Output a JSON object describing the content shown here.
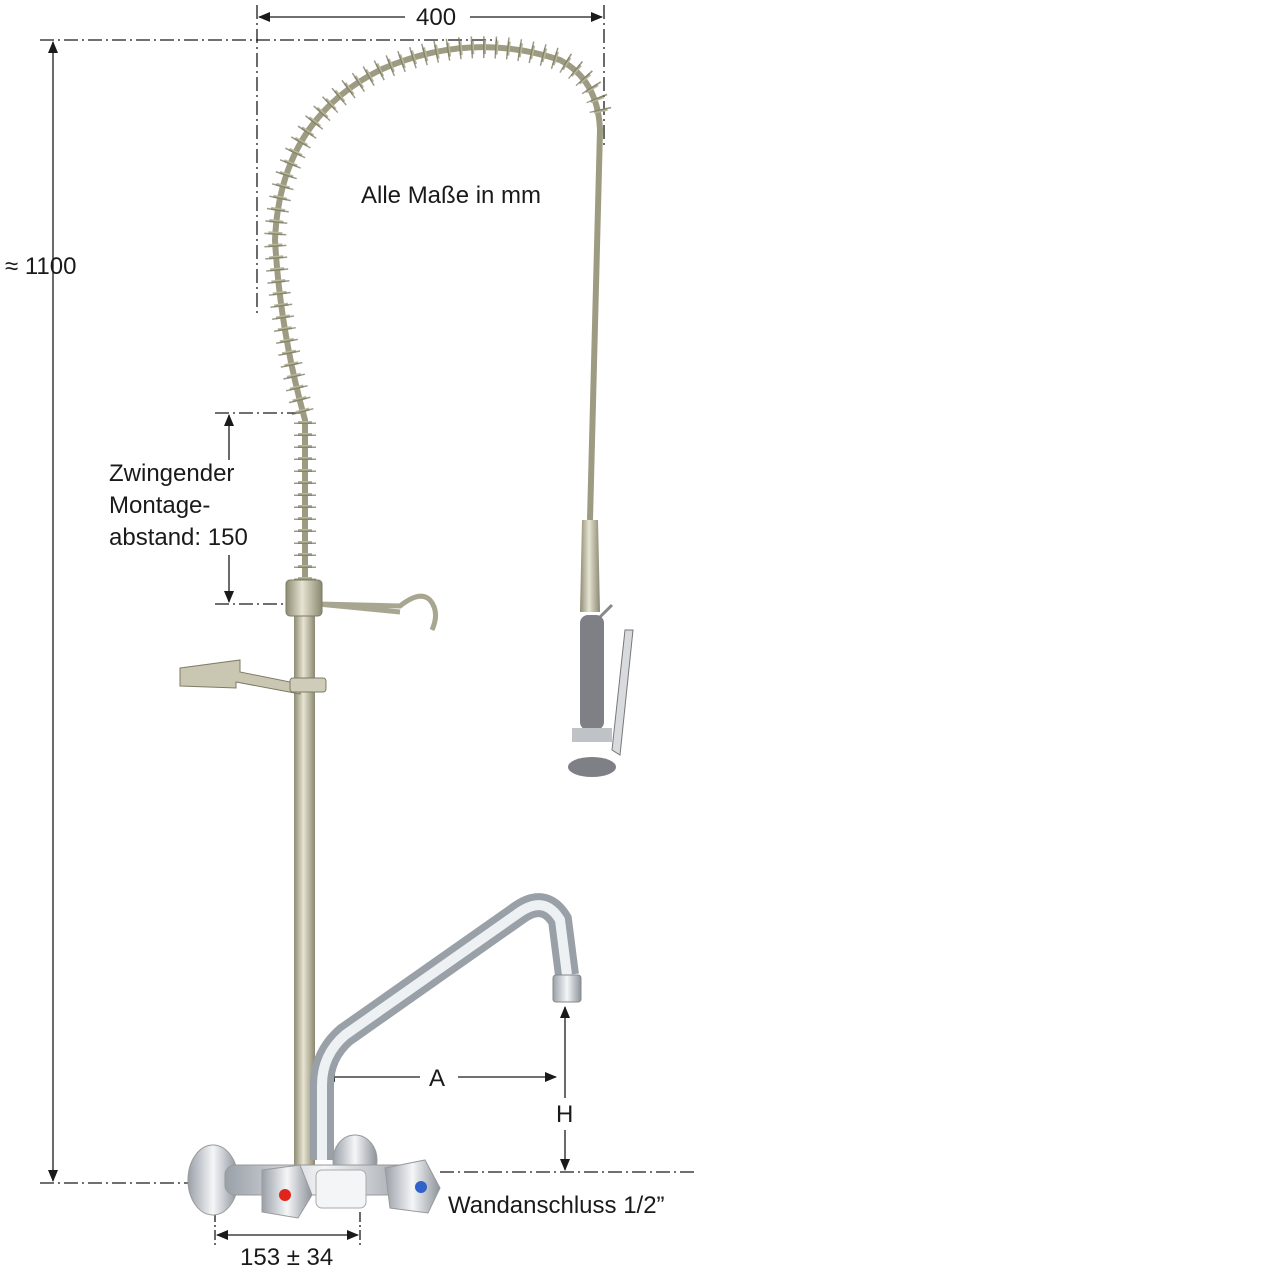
{
  "labels": {
    "width_top": "400",
    "height_total": "≈ 1100",
    "units_note": "Alle Maße in mm",
    "mount_line1": "Zwingender",
    "mount_line2": "Montage-",
    "mount_line3": "abstand: 150",
    "dim_a": "A",
    "dim_h": "H",
    "wall_connection": "Wandanschluss 1/2”",
    "spacing": "153 ± 34"
  },
  "colors": {
    "dimension": "#1a1a1a",
    "spring": "#b9b79a",
    "chrome": "#c8ccd2",
    "grip": "#7e8085",
    "hot": "#e0251b",
    "cold": "#2f63c9"
  }
}
